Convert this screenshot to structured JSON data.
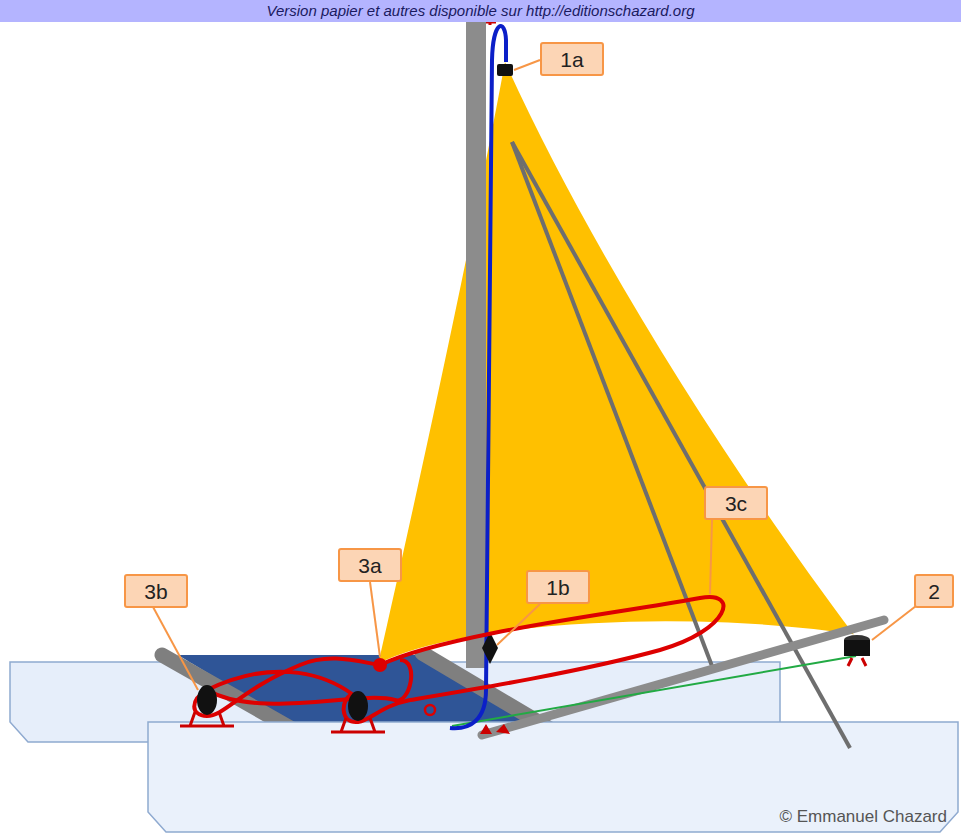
{
  "diagram": {
    "nodes": [
      {
        "text": [
          "1a"
        ]
      },
      {
        "text": [
          "3a"
        ]
      },
      {
        "text": [
          "3c"
        ]
      },
      {
        "text": [
          "3b"
        ]
      },
      {
        "text": [
          "1b"
        ]
      },
      {
        "text": [
          "2"
        ]
      }
    ],
    "labels": [
      "Version papier et autres disponible sur http://editionschazard.org",
      "© Emmanuel Chazard"
    ]
  }
}
